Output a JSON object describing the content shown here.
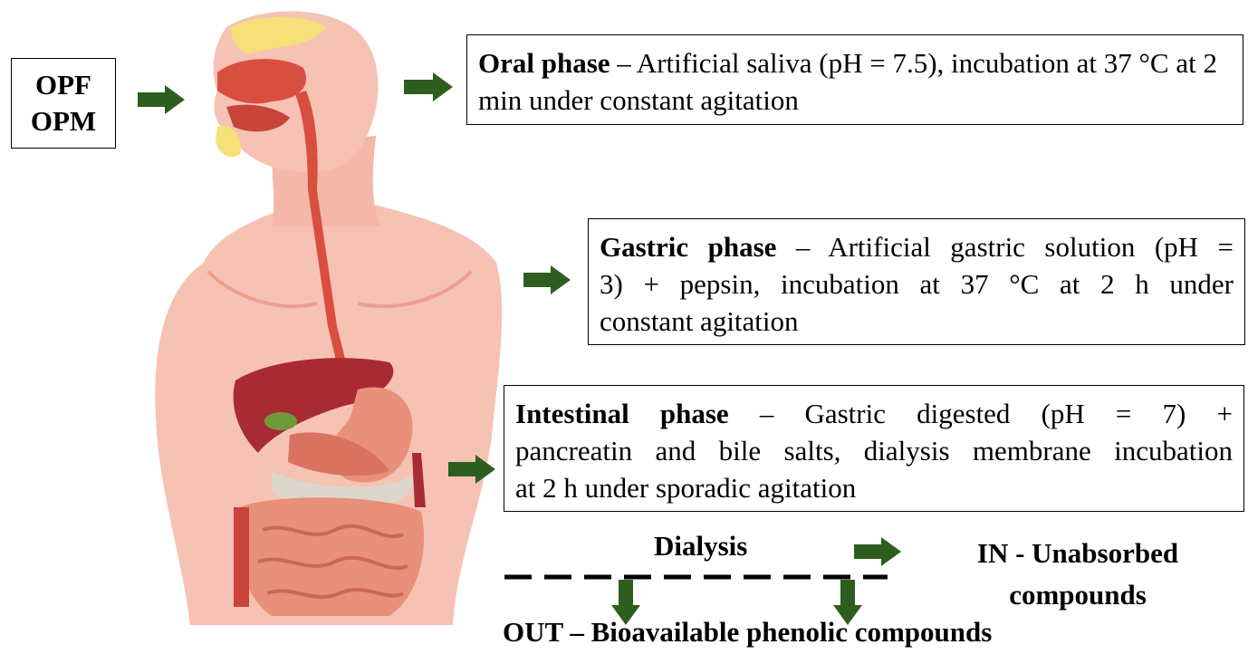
{
  "input_box": {
    "line1": "OPF",
    "line2": "OPM"
  },
  "oral": {
    "title": "Oral phase",
    "text": " – Artificial saliva (pH = 7.5), incubation at 37 °C at 2 min under constant agitation"
  },
  "gastric": {
    "title": "Gastric phase",
    "line1_rest": " – Artificial gastric solution (pH =",
    "line2": "3) + pepsin, incubation at 37 °C at 2 h under",
    "line3": "constant agitation"
  },
  "intestinal": {
    "title": "Intestinal phase",
    "line1_rest": " – Gastric digested (pH = 7) +",
    "line2": "pancreatin and bile salts, dialysis membrane incubation",
    "line3": "at 2 h under sporadic agitation"
  },
  "dialysis": {
    "label": "Dialysis",
    "in_label_line1": "IN - Unabsorbed",
    "in_label_line2": "compounds",
    "out_label": "OUT – Bioavailable phenolic compounds"
  },
  "colors": {
    "arrow": "#2e5e1f",
    "skin": "#f6c2b4",
    "skin_shade": "#ec9f8c",
    "tract": "#d94f3f",
    "liver": "#a82a32",
    "intestine": "#e8907a"
  }
}
